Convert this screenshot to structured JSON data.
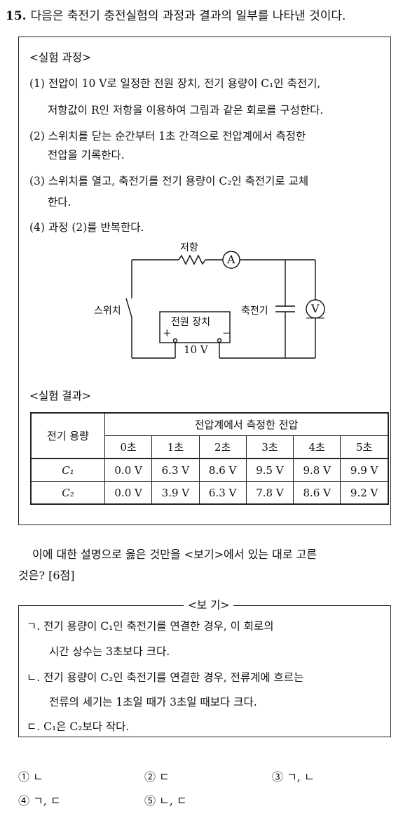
{
  "question": {
    "number": "15.",
    "stem": "다음은 축전기 충전실험의 과정과 결과의 일부를 나타낸 것이다."
  },
  "process": {
    "title": "<실험 과정>",
    "steps": [
      "(1) 전압이 10 V로 일정한 전원 장치, 전기 용량이 C₁인 축전기,",
      "저항값이 R인 저항을 이용하여 그림과 같은 회로를 구성한다.",
      "(2) 스위치를 닫는 순간부터 1초 간격으로 전압계에서 측정한",
      "전압을 기록한다.",
      "(3) 스위치를 열고, 축전기를 전기 용량이 C₂인 축전기로 교체",
      "한다.",
      "(4) 과정 (2)를 반복한다."
    ]
  },
  "circuit": {
    "resistor_label": "저항",
    "ammeter_label": "A",
    "switch_label": "스위치",
    "capacitor_label": "축전기",
    "voltmeter_label": "V",
    "source_label": "전원 장치",
    "plus": "+",
    "minus": "−",
    "source_voltage": "10 V"
  },
  "results": {
    "title": "<실험 결과>",
    "col_header_capacity": "전기 용량",
    "col_header_voltage": "전압계에서 측정한 전압",
    "times": [
      "0초",
      "1초",
      "2초",
      "3초",
      "4초",
      "5초"
    ],
    "rows": [
      {
        "label": "C₁",
        "values": [
          "0.0 V",
          "6.3 V",
          "8.6 V",
          "9.5 V",
          "9.8 V",
          "9.9 V"
        ]
      },
      {
        "label": "C₂",
        "values": [
          "0.0 V",
          "3.9 V",
          "6.3 V",
          "7.8 V",
          "8.6 V",
          "9.2 V"
        ]
      }
    ]
  },
  "ask": {
    "line1": "이에 대한 설명으로 옳은 것만을 <보기>에서 있는 대로 고른",
    "line2": "것은? [6점]"
  },
  "bogi": {
    "title": "<보 기>",
    "items": [
      "ㄱ. 전기 용량이 C₁인 축전기를 연결한 경우, 이 회로의",
      "시간 상수는 3초보다 크다.",
      "ㄴ. 전기 용량이 C₂인 축전기를 연결한 경우, 전류계에 흐르는",
      "전류의 세기는 1초일 때가 3초일 때보다 크다.",
      "ㄷ. C₁은 C₂보다 작다."
    ]
  },
  "choices": [
    "① ㄴ",
    "② ㄷ",
    "③ ㄱ, ㄴ",
    "④ ㄱ, ㄷ",
    "⑤ ㄴ, ㄷ"
  ]
}
